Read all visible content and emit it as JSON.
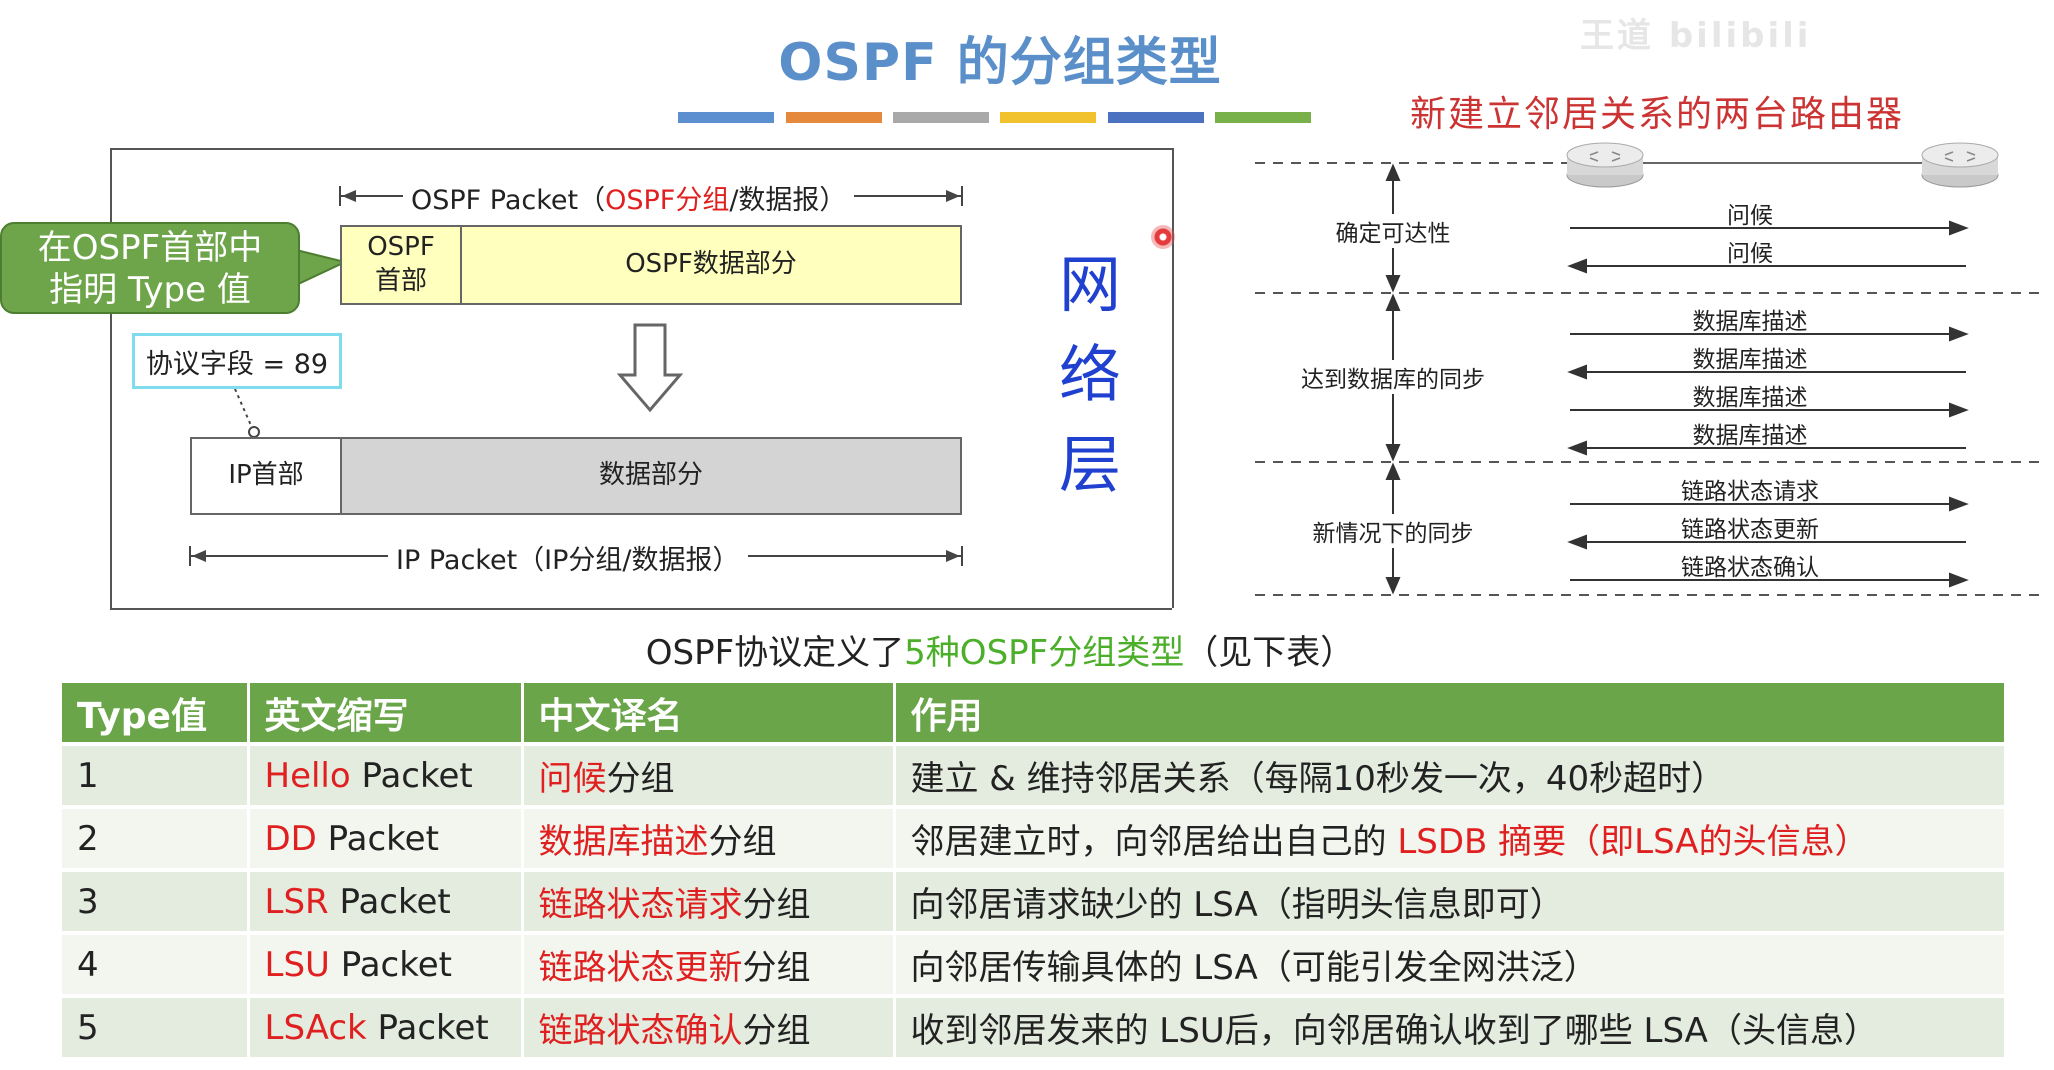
{
  "header": {
    "title": "OSPF 的分组类型",
    "watermark": "王道 bilibili",
    "deco_colors": [
      "#5b8fd0",
      "#e58a3c",
      "#a9a9a9",
      "#f2c12e",
      "#4a72c0",
      "#78b04a"
    ]
  },
  "left_diagram": {
    "ospf_packet_caption": {
      "prefix": "OSPF Packet（",
      "highlight": "OSPF分组",
      "suffix": "/数据报）"
    },
    "ospf_header_box": "OSPF\n首部",
    "ospf_data_box": "OSPF数据部分",
    "callout_type": "在OSPF首部中\n指明 Type 值",
    "callout_protocol": "协议字段 = 89",
    "ip_header_box": "IP首部",
    "ip_data_box": "数据部分",
    "ip_packet_caption": "IP Packet（IP分组/数据报）",
    "network_layer": "网络层"
  },
  "right_diagram": {
    "title": "新建立邻居关系的两台路由器",
    "phases": [
      {
        "label": "确定可达性",
        "messages": [
          "问候",
          "问候"
        ]
      },
      {
        "label": "达到数据库的同步",
        "messages": [
          "数据库描述",
          "数据库描述",
          "数据库描述",
          "数据库描述"
        ]
      },
      {
        "label": "新情况下的同步",
        "messages": [
          "链路状态请求",
          "链路状态更新",
          "链路状态确认"
        ]
      }
    ]
  },
  "table_subtitle": {
    "prefix": "OSPF协议定义了",
    "highlight": "5种OSPF分组类型",
    "suffix": "（见下表）"
  },
  "table": {
    "headers": [
      "Type值",
      "英文缩写",
      "中文译名",
      "作用"
    ],
    "rows": [
      {
        "type": "1",
        "abbr_red": "Hello",
        "abbr_rest": " Packet",
        "name_red": "问候",
        "name_rest": "分组",
        "purpose_a": "建立 & 维持邻居关系（每隔10秒发一次，40秒超时）",
        "purpose_red": "",
        "purpose_b": ""
      },
      {
        "type": "2",
        "abbr_red": "DD",
        "abbr_rest": " Packet",
        "name_red": "数据库描述",
        "name_rest": "分组",
        "purpose_a": "邻居建立时，向邻居给出自己的 ",
        "purpose_red": "LSDB 摘要（即LSA的头信息）",
        "purpose_b": ""
      },
      {
        "type": "3",
        "abbr_red": "LSR",
        "abbr_rest": " Packet",
        "name_red": "链路状态请求",
        "name_rest": "分组",
        "purpose_a": "向邻居请求缺少的 LSA（指明头信息即可）",
        "purpose_red": "",
        "purpose_b": ""
      },
      {
        "type": "4",
        "abbr_red": "LSU",
        "abbr_rest": " Packet",
        "name_red": "链路状态更新",
        "name_rest": "分组",
        "purpose_a": "向邻居传输具体的 LSA（可能引发全网洪泛）",
        "purpose_red": "",
        "purpose_b": ""
      },
      {
        "type": "5",
        "abbr_red": "LSAck",
        "abbr_rest": " Packet",
        "name_red": "链路状态确认",
        "name_rest": "分组",
        "purpose_a": "收到邻居发来的 LSU后，向邻居确认收到了哪些 LSA（头信息）",
        "purpose_red": "",
        "purpose_b": ""
      }
    ]
  }
}
